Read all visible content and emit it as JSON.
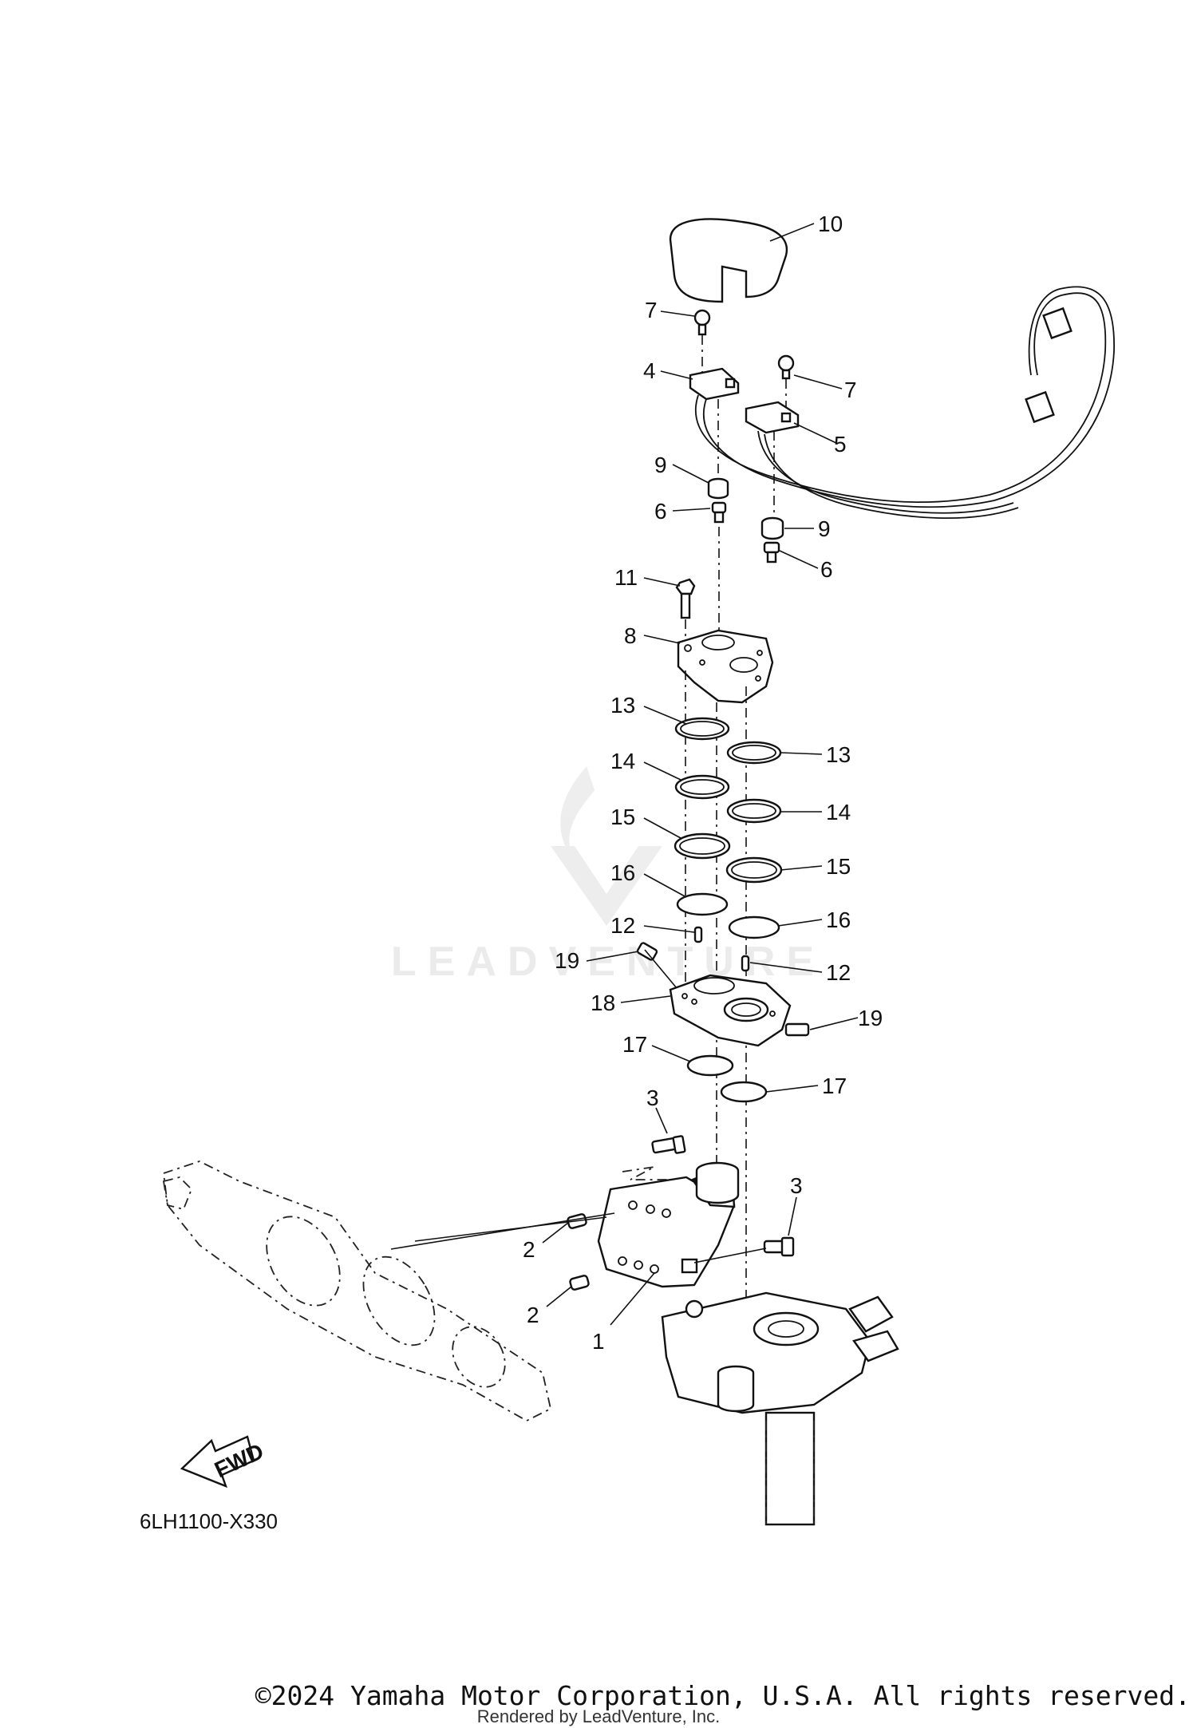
{
  "diagram": {
    "code": "6LH1100-X330",
    "fwd_label": "FWD",
    "watermark": "LEADVENTURE",
    "callouts": [
      "1",
      "2",
      "2",
      "3",
      "3",
      "4",
      "5",
      "6",
      "6",
      "7",
      "7",
      "8",
      "9",
      "9",
      "10",
      "11",
      "12",
      "12",
      "13",
      "13",
      "14",
      "14",
      "15",
      "15",
      "16",
      "16",
      "17",
      "17",
      "18",
      "19",
      "19"
    ]
  },
  "footer": {
    "copyright": "©2024 Yamaha Motor Corporation, U.S.A. All rights reserved.",
    "rendered_by": "Rendered by LeadVenture, Inc."
  }
}
